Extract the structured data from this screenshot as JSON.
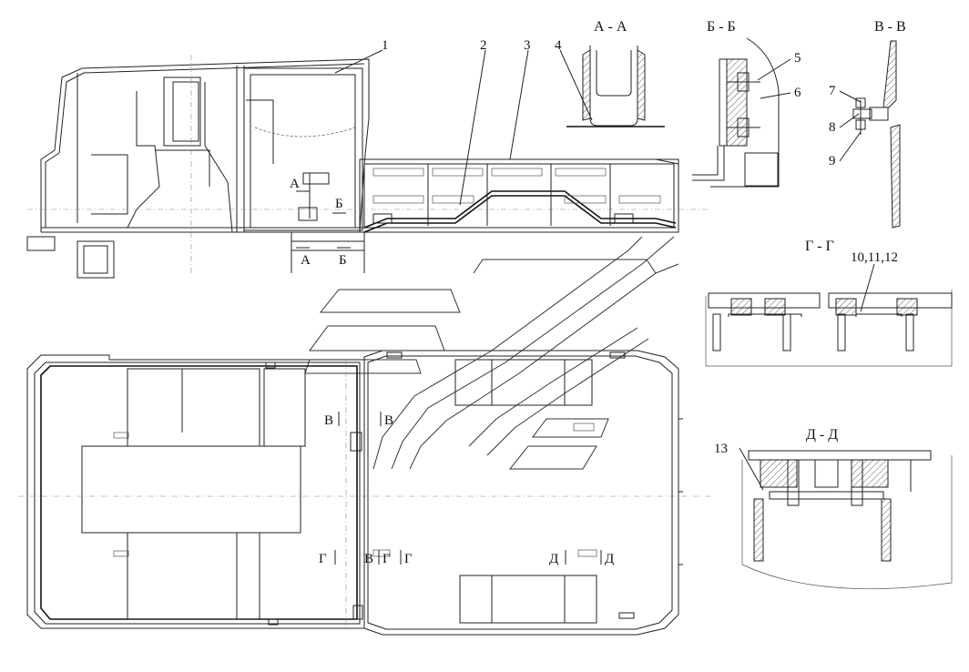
{
  "callouts": [
    {
      "id": "c1",
      "text": "1"
    },
    {
      "id": "c2",
      "text": "2"
    },
    {
      "id": "c3",
      "text": "3"
    },
    {
      "id": "c4",
      "text": "4"
    },
    {
      "id": "c5",
      "text": "5"
    },
    {
      "id": "c6",
      "text": "6"
    },
    {
      "id": "c7",
      "text": "7"
    },
    {
      "id": "c8",
      "text": "8"
    },
    {
      "id": "c9",
      "text": "9"
    },
    {
      "id": "c10",
      "text": "10,11,12"
    },
    {
      "id": "c13",
      "text": "13"
    }
  ],
  "sections": {
    "aa": "А - А",
    "bb": "Б - Б",
    "vv": "В - В",
    "gg": "Г - Г",
    "dd": "Д - Д"
  },
  "markers": {
    "a": "А",
    "b": "Б",
    "v": "В",
    "g": "Г",
    "d": "Д"
  }
}
